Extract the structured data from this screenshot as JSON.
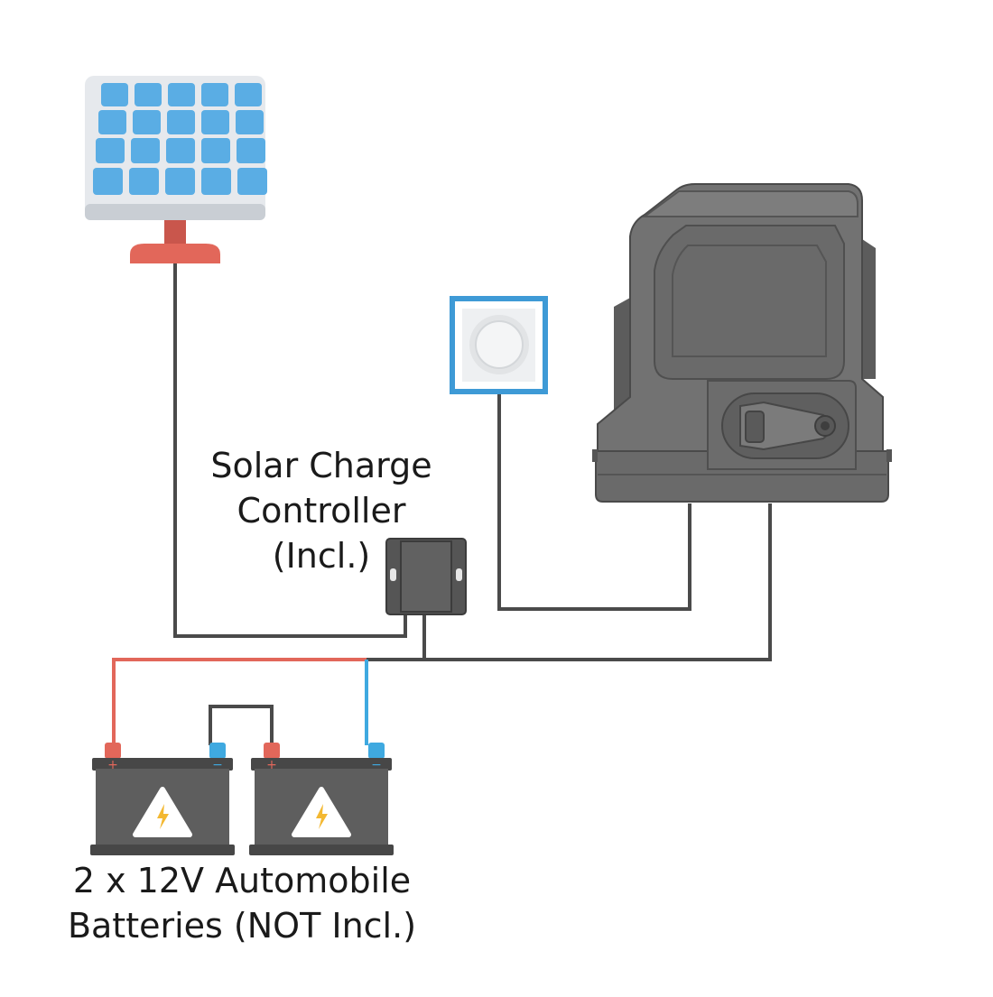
{
  "labels": {
    "controller": {
      "line1": "Solar Charge",
      "line2": "Controller",
      "line3": "(Incl.)"
    },
    "batteries": {
      "line1": "2 x 12V Automobile",
      "line2": "Batteries (NOT Incl.)"
    }
  },
  "battery_terminals": {
    "positive": "+",
    "negative": "−"
  },
  "icons": {
    "solar_panel": "solar-panel-icon",
    "gate_opener": "gate-opener-motor-icon",
    "wall_outlet": "wall-outlet-icon",
    "controller": "charge-controller-icon",
    "battery": "battery-icon",
    "warning": "high-voltage-warning-icon"
  },
  "colors": {
    "wire": "#4a4a4a",
    "positive_wire": "#e2675a",
    "negative_wire": "#3fa9e0",
    "solar_cell": "#5aade4",
    "panel_frame": "#e6e9ed",
    "panel_mount": "#e2675a",
    "motor_body": "#6e6e6e",
    "outlet_frame": "#3e9ad6",
    "battery_body": "#5e5e5e",
    "warning_bolt": "#f3b832"
  }
}
